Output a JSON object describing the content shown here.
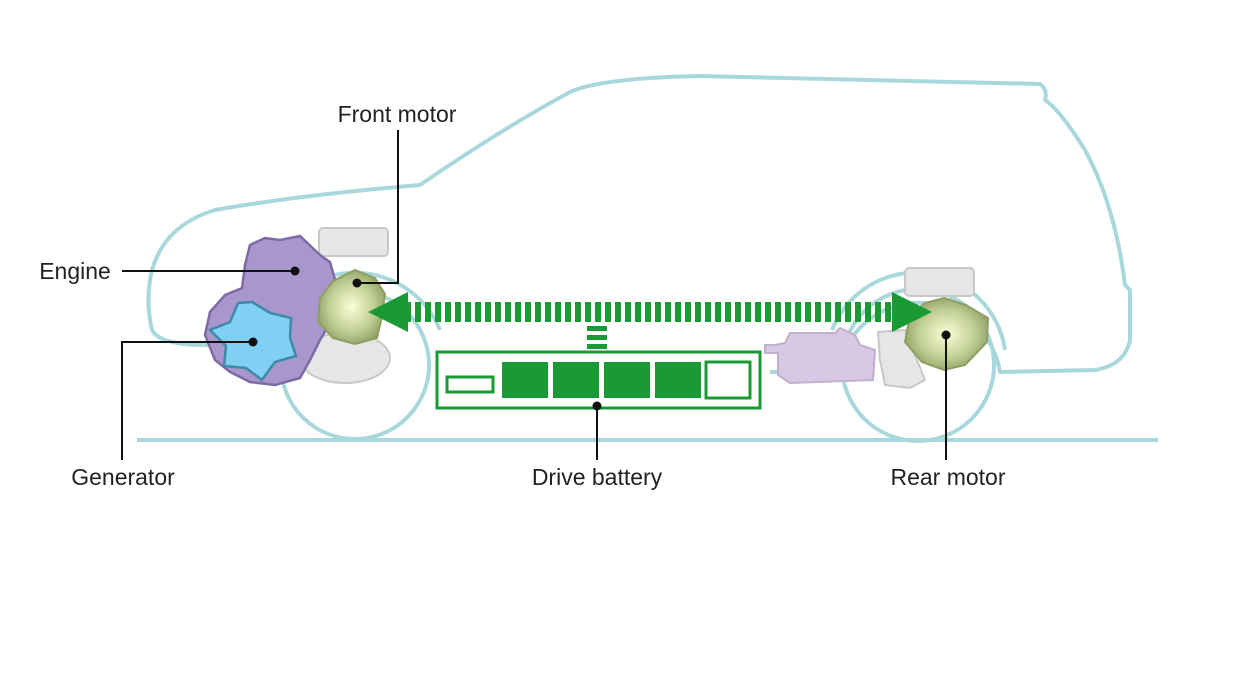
{
  "labels": {
    "front_motor": "Front motor",
    "engine": "Engine",
    "generator": "Generator",
    "drive_battery": "Drive battery",
    "rear_motor": "Rear motor"
  },
  "colors": {
    "car_outline": "#a8d8dc",
    "engine": "#a996cc",
    "generator": "#7fd0f2",
    "motor": "#b8c890",
    "power_flow": "#1a9a35",
    "component_gray": "#e6e6e6",
    "rear_unit": "#d9c8e4"
  }
}
